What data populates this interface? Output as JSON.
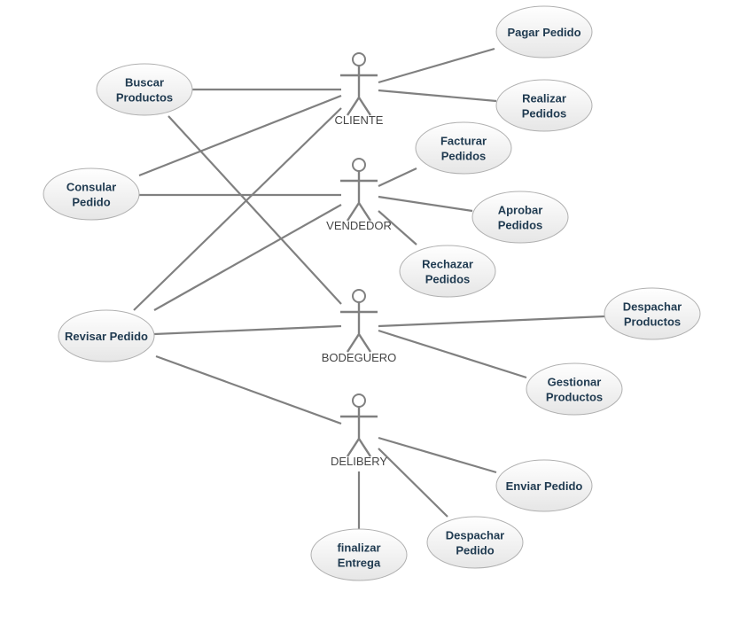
{
  "actors": [
    {
      "id": "cliente",
      "label": "CLIENTE"
    },
    {
      "id": "vendedor",
      "label": "VENDEDOR"
    },
    {
      "id": "bodeguero",
      "label": "BODEGUERO"
    },
    {
      "id": "delibery",
      "label": "DELIBERY"
    }
  ],
  "use_cases": [
    {
      "id": "pagar-pedido",
      "lines": [
        "Pagar Pedido"
      ]
    },
    {
      "id": "realizar-pedidos",
      "lines": [
        "Realizar",
        "Pedidos"
      ]
    },
    {
      "id": "buscar-productos",
      "lines": [
        "Buscar",
        "Productos"
      ]
    },
    {
      "id": "consultar-pedido",
      "lines": [
        "Consular",
        "Pedido"
      ]
    },
    {
      "id": "facturar-pedidos",
      "lines": [
        "Facturar",
        "Pedidos"
      ]
    },
    {
      "id": "aprobar-pedidos",
      "lines": [
        "Aprobar",
        "Pedidos"
      ]
    },
    {
      "id": "rechazar-pedidos",
      "lines": [
        "Rechazar",
        "Pedidos"
      ]
    },
    {
      "id": "revisar-pedido",
      "lines": [
        "Revisar Pedido"
      ]
    },
    {
      "id": "despachar-productos",
      "lines": [
        "Despachar",
        "Productos"
      ]
    },
    {
      "id": "gestionar-productos",
      "lines": [
        "Gestionar",
        "Productos"
      ]
    },
    {
      "id": "enviar-pedido",
      "lines": [
        "Enviar Pedido"
      ]
    },
    {
      "id": "despachar-pedido",
      "lines": [
        "Despachar",
        "Pedido"
      ]
    },
    {
      "id": "finalizar-entrega",
      "lines": [
        "finalizar",
        "Entrega"
      ]
    }
  ],
  "associations": [
    [
      "cliente",
      "pagar-pedido"
    ],
    [
      "cliente",
      "realizar-pedidos"
    ],
    [
      "cliente",
      "buscar-productos"
    ],
    [
      "cliente",
      "consultar-pedido"
    ],
    [
      "cliente",
      "revisar-pedido"
    ],
    [
      "vendedor",
      "facturar-pedidos"
    ],
    [
      "vendedor",
      "aprobar-pedidos"
    ],
    [
      "vendedor",
      "rechazar-pedidos"
    ],
    [
      "vendedor",
      "consultar-pedido"
    ],
    [
      "vendedor",
      "revisar-pedido"
    ],
    [
      "bodeguero",
      "buscar-productos"
    ],
    [
      "bodeguero",
      "revisar-pedido"
    ],
    [
      "bodeguero",
      "despachar-productos"
    ],
    [
      "bodeguero",
      "gestionar-productos"
    ],
    [
      "delibery",
      "revisar-pedido"
    ],
    [
      "delibery",
      "enviar-pedido"
    ],
    [
      "delibery",
      "despachar-pedido"
    ],
    [
      "delibery",
      "finalizar-entrega"
    ]
  ]
}
